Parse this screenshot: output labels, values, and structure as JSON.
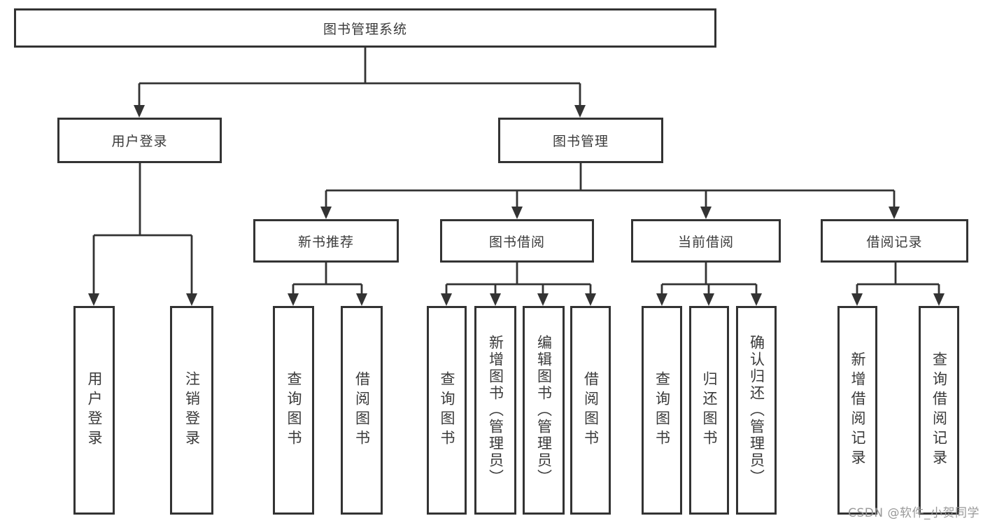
{
  "title": "图书管理系统",
  "watermark": "CSDN @软件_小贺同学",
  "colors": {
    "line": "#333333",
    "text": "#3a3a3a",
    "watermark": "#949494",
    "background": "#ffffff"
  },
  "nodes": {
    "root": {
      "label": "图书管理系统"
    },
    "user_login": {
      "label": "用户登录"
    },
    "book_management": {
      "label": "图书管理"
    },
    "new_book_recommend": {
      "label": "新书推荐"
    },
    "book_borrow": {
      "label": "图书借阅"
    },
    "current_borrow": {
      "label": "当前借阅"
    },
    "borrow_records": {
      "label": "借阅记录"
    },
    "leaf_user_login": {
      "label": "用户登录"
    },
    "leaf_logout": {
      "label": "注销登录"
    },
    "leaf_query_book_1": {
      "label": "查询图书"
    },
    "leaf_borrow_book_1": {
      "label": "借阅图书"
    },
    "leaf_query_book_2": {
      "label": "查询图书"
    },
    "leaf_add_book": {
      "label": "新增图书（管理员）"
    },
    "leaf_edit_book": {
      "label": "编辑图书（管理员）"
    },
    "leaf_borrow_book_2": {
      "label": "借阅图书"
    },
    "leaf_query_book_3": {
      "label": "查询图书"
    },
    "leaf_return_book": {
      "label": "归还图书"
    },
    "leaf_confirm_return": {
      "label": "确认归还（管理员）"
    },
    "leaf_add_borrow_record": {
      "label": "新增借阅记录"
    },
    "leaf_query_borrow_record": {
      "label": "查询借阅记录"
    }
  }
}
